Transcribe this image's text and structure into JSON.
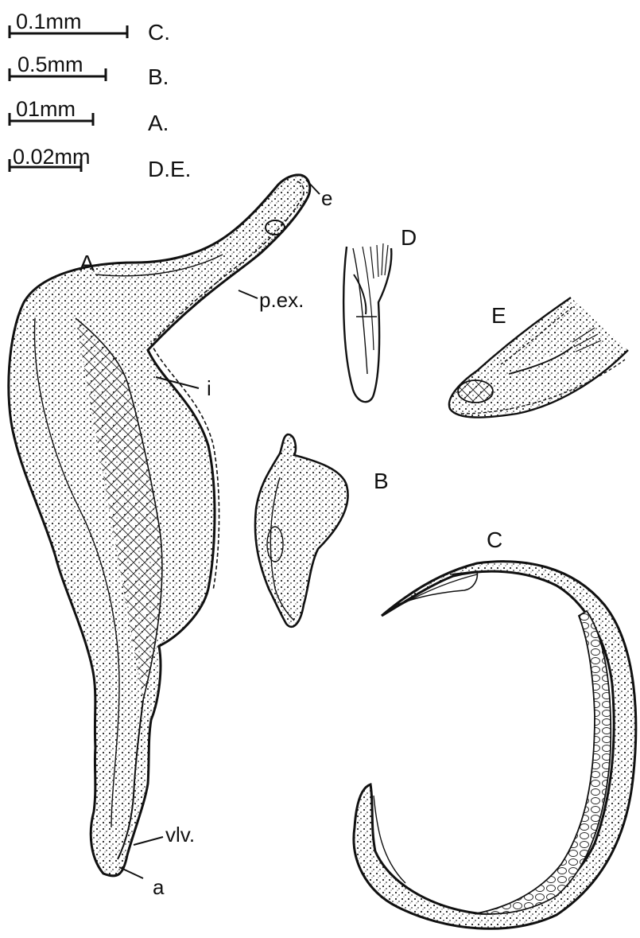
{
  "scale_bars": [
    {
      "length": "0.1mm",
      "figure": "C."
    },
    {
      "length": "0.5mm",
      "figure": "B."
    },
    {
      "length": "01mm",
      "figure": "A."
    },
    {
      "length": "0.02mm",
      "figure": "D.E."
    }
  ],
  "figure_labels": {
    "A": "A",
    "B": "B",
    "C": "C",
    "D": "D",
    "E": "E"
  },
  "annotations": {
    "e": "e",
    "p_ex": "p.ex.",
    "i": "i",
    "vlv": "vlv.",
    "a": "a"
  },
  "colors": {
    "ink": "#111111",
    "paper": "#ffffff"
  }
}
